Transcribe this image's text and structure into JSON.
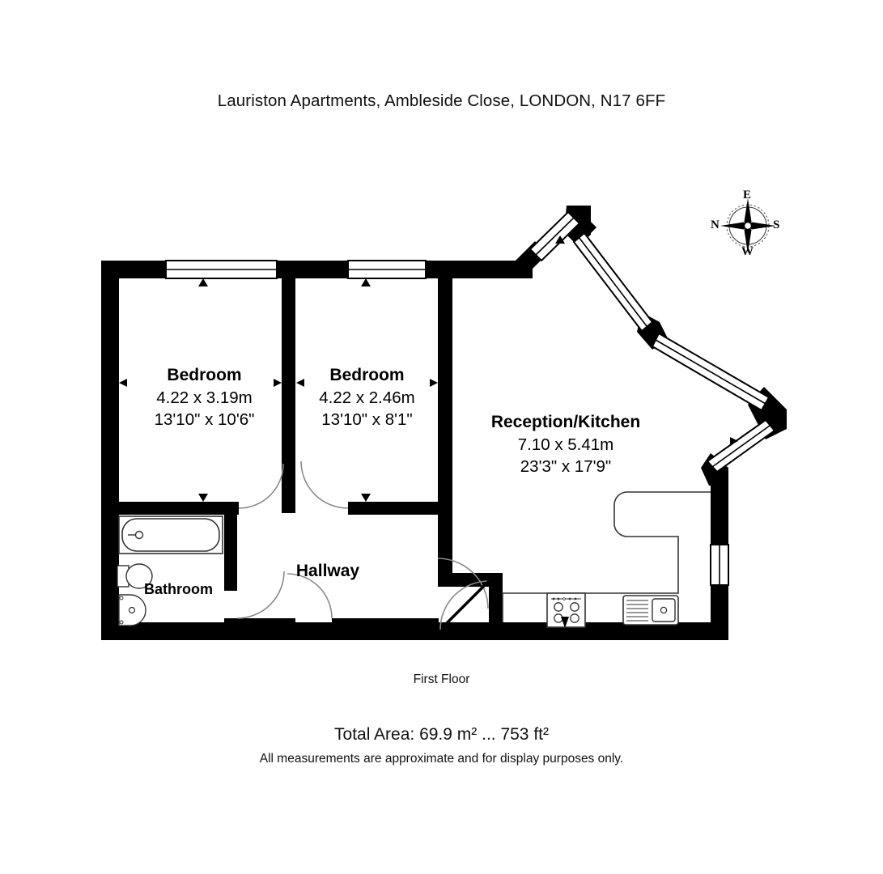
{
  "document": {
    "title": "Lauriston Apartments, Ambleside Close, LONDON, N17 6FF",
    "floor_label": "First Floor",
    "total_area": "Total Area: 69.9 m² ... 753 ft²",
    "disclaimer": "All measurements are approximate and for display purposes only."
  },
  "compass": {
    "top": "E",
    "left": "N",
    "right": "S",
    "bottom": "W"
  },
  "rooms": [
    {
      "id": "bedroom-1",
      "name": "Bedroom",
      "dim_metric": "4.22 x 3.19m",
      "dim_imperial": "13'10\" x 10'6\""
    },
    {
      "id": "bedroom-2",
      "name": "Bedroom",
      "dim_metric": "4.22 x 2.46m",
      "dim_imperial": "13'10\" x 8'1\""
    },
    {
      "id": "reception-kitchen",
      "name": "Reception/Kitchen",
      "dim_metric": "7.10 x 5.41m",
      "dim_imperial": "23'3\" x 17'9\""
    },
    {
      "id": "hallway",
      "name": "Hallway"
    },
    {
      "id": "bathroom",
      "name": "Bathroom"
    }
  ],
  "fixtures": [
    {
      "id": "bathtub",
      "label": "bathtub"
    },
    {
      "id": "toilet",
      "label": "toilet"
    },
    {
      "id": "wash-basin",
      "label": "wash basin"
    },
    {
      "id": "hob",
      "label": "hob"
    },
    {
      "id": "kitchen-sink",
      "label": "kitchen sink with drainer"
    },
    {
      "id": "kitchen-worktop",
      "label": "kitchen worktop"
    }
  ],
  "colors": {
    "wall": "#000000",
    "background": "#ffffff",
    "fixture_outline": "#333333",
    "door_arc": "#777777",
    "text": "#111111"
  }
}
